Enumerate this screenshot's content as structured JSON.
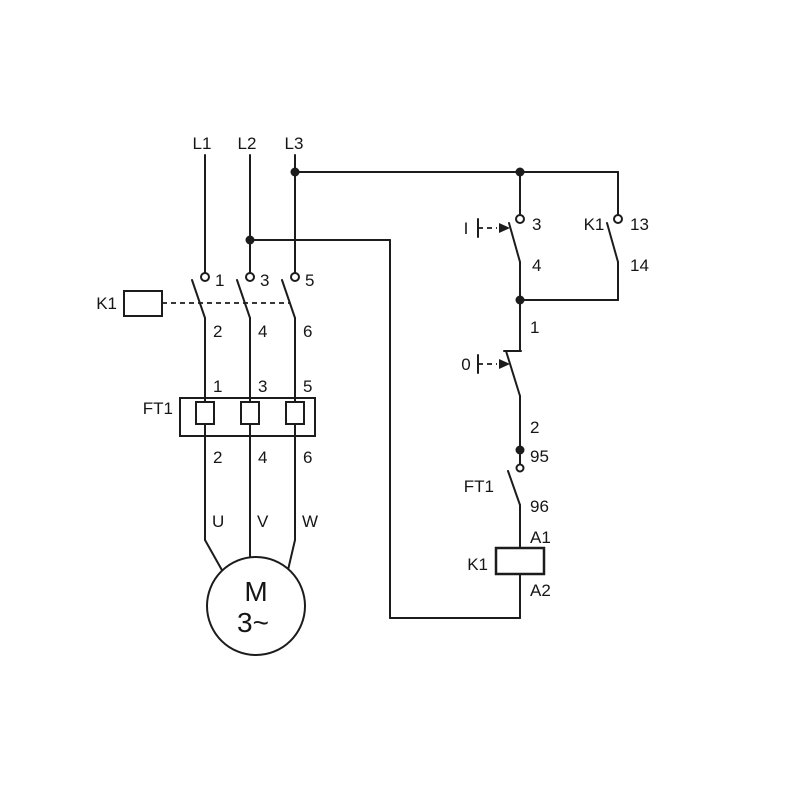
{
  "colors": {
    "wire": "#1c1c1c",
    "background": "#ffffff"
  },
  "power_circuit": {
    "phases": [
      "L1",
      "L2",
      "L3"
    ],
    "contactor": {
      "label": "K1",
      "top_terminals": [
        "1",
        "3",
        "5"
      ],
      "bottom_terminals": [
        "2",
        "4",
        "6"
      ]
    },
    "overload": {
      "label": "FT1",
      "top_terminals": [
        "1",
        "3",
        "5"
      ],
      "bottom_terminals": [
        "2",
        "4",
        "6"
      ]
    },
    "motor_terminals": [
      "U",
      "V",
      "W"
    ],
    "motor": {
      "designation": "M",
      "phase_text": "3~"
    }
  },
  "control_circuit": {
    "start_button": {
      "label": "I",
      "top_terminal": "3",
      "bottom_terminal": "4"
    },
    "seal_in_contact": {
      "label": "K1",
      "top_terminal": "13",
      "bottom_terminal": "14"
    },
    "stop_button": {
      "label": "0",
      "top_terminal": "1",
      "bottom_terminal": "2"
    },
    "overload_contact": {
      "label": "FT1",
      "top_terminal": "95",
      "bottom_terminal": "96"
    },
    "contactor_coil": {
      "label": "K1",
      "top_terminal": "A1",
      "bottom_terminal": "A2"
    }
  }
}
